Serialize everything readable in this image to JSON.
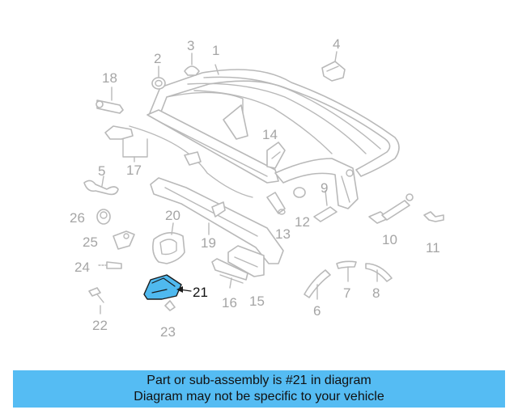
{
  "callouts": [
    {
      "id": "1",
      "label": "1",
      "highlighted": false
    },
    {
      "id": "2",
      "label": "2",
      "highlighted": false
    },
    {
      "id": "3",
      "label": "3",
      "highlighted": false
    },
    {
      "id": "4",
      "label": "4",
      "highlighted": false
    },
    {
      "id": "5",
      "label": "5",
      "highlighted": false
    },
    {
      "id": "6",
      "label": "6",
      "highlighted": false
    },
    {
      "id": "7",
      "label": "7",
      "highlighted": false
    },
    {
      "id": "8",
      "label": "8",
      "highlighted": false
    },
    {
      "id": "9",
      "label": "9",
      "highlighted": false
    },
    {
      "id": "10",
      "label": "10",
      "highlighted": false
    },
    {
      "id": "11",
      "label": "11",
      "highlighted": false
    },
    {
      "id": "12",
      "label": "12",
      "highlighted": false
    },
    {
      "id": "13",
      "label": "13",
      "highlighted": false
    },
    {
      "id": "14",
      "label": "14",
      "highlighted": false
    },
    {
      "id": "15",
      "label": "15",
      "highlighted": false
    },
    {
      "id": "16",
      "label": "16",
      "highlighted": false
    },
    {
      "id": "17",
      "label": "17",
      "highlighted": false
    },
    {
      "id": "18",
      "label": "18",
      "highlighted": false
    },
    {
      "id": "19",
      "label": "19",
      "highlighted": false
    },
    {
      "id": "20",
      "label": "20",
      "highlighted": false
    },
    {
      "id": "21",
      "label": "21",
      "highlighted": true
    },
    {
      "id": "22",
      "label": "22",
      "highlighted": false
    },
    {
      "id": "23",
      "label": "23",
      "highlighted": false
    },
    {
      "id": "24",
      "label": "24",
      "highlighted": false
    },
    {
      "id": "25",
      "label": "25",
      "highlighted": false
    },
    {
      "id": "26",
      "label": "26",
      "highlighted": false
    }
  ],
  "banner": {
    "line1": "Part or sub-assembly is #21 in diagram",
    "line2": "Diagram may not be specific to your vehicle"
  },
  "colors": {
    "banner_background": "#55bcf3",
    "highlight_fill": "#4fb9ef",
    "part_outline": "#b9b9b9",
    "callout_text": "#a5a5a5"
  }
}
